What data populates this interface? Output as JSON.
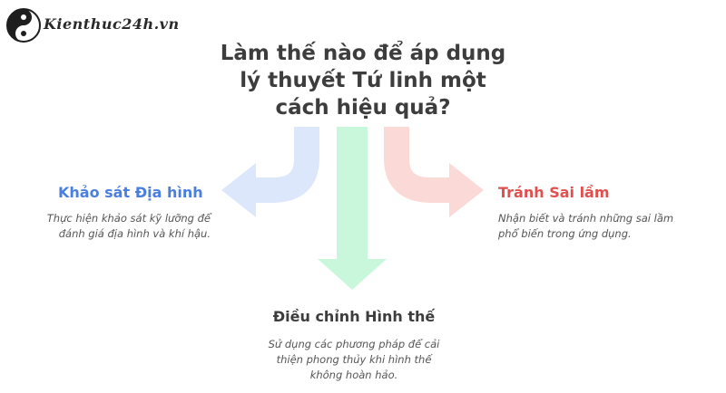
{
  "logo": {
    "text": "Kienthuc24h.vn"
  },
  "title": {
    "lines": [
      "Làm thế nào để áp dụng",
      "lý thuyết Tứ linh một",
      "cách hiệu quả?"
    ]
  },
  "branches": {
    "left": {
      "heading": "Khảo sát Địa hình",
      "desc": [
        "Thực hiện khảo sát kỹ lưỡng để",
        "đánh giá địa hình và khí hậu."
      ],
      "color": "#4a7fe0",
      "arrow_color": "#dde7fb"
    },
    "center": {
      "heading": "Điều chỉnh Hình thế",
      "desc": [
        "Sử dụng các phương pháp để cải",
        "thiện phong thủy khi hình thế",
        "không hoàn hảo."
      ],
      "color": "#3d3d3d",
      "arrow_color": "#c9f7dc"
    },
    "right": {
      "heading": "Tránh Sai lầm",
      "desc": [
        "Nhận biết và tránh những sai lầm",
        "phổ biến trong ứng dụng."
      ],
      "color": "#e0504f",
      "arrow_color": "#fbd9d6"
    }
  }
}
